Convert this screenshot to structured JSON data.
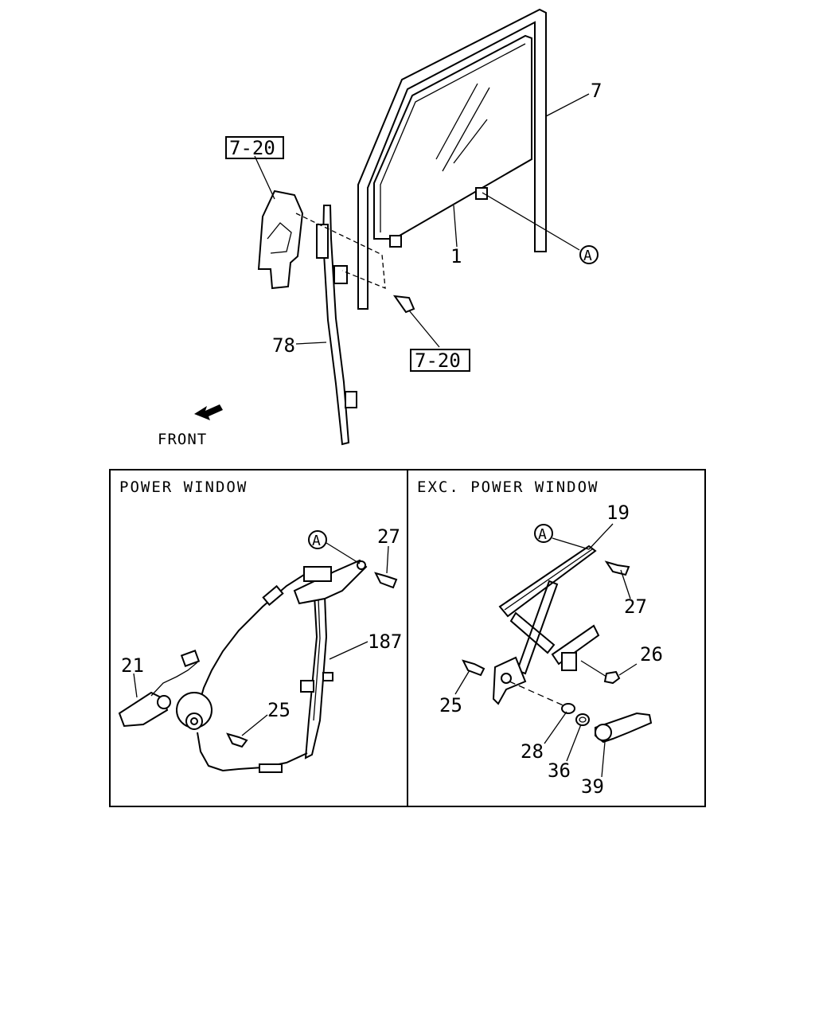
{
  "upper": {
    "callouts": {
      "glass_channel": "7",
      "glass": "1",
      "bracket_ref": "7-20",
      "bolt_ref": "7-20",
      "run_channel": "78",
      "ref_a": "A"
    },
    "front_label": "FRONT"
  },
  "power_window": {
    "title": "POWER WINDOW",
    "callouts": {
      "ref_a": "A",
      "bolt": "27",
      "motor": "21",
      "regulator": "187",
      "bolt_small": "25"
    }
  },
  "manual_window": {
    "title": "EXC. POWER WINDOW",
    "callouts": {
      "ref_a": "A",
      "regulator": "19",
      "bolt": "27",
      "nut": "26",
      "bolt_small": "25",
      "washer": "28",
      "spring": "36",
      "handle": "39"
    }
  }
}
